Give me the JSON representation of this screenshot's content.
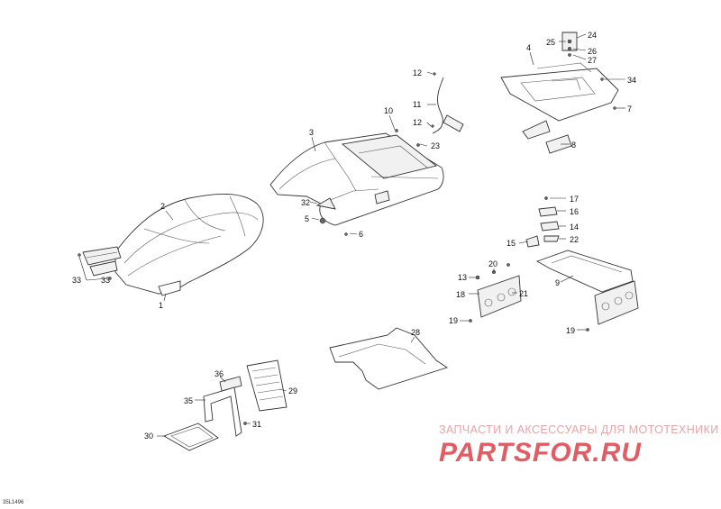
{
  "diagram": {
    "id_label": "35L1496",
    "callouts": [
      "1",
      "2",
      "3",
      "4",
      "5",
      "6",
      "7",
      "8",
      "9",
      "10",
      "11",
      "12",
      "12",
      "13",
      "14",
      "15",
      "16",
      "17",
      "18",
      "19",
      "19",
      "20",
      "21",
      "22",
      "23",
      "24",
      "25",
      "26",
      "27",
      "28",
      "29",
      "30",
      "31",
      "32",
      "33",
      "33",
      "34",
      "35",
      "36"
    ]
  },
  "watermark": {
    "caption": "ЗАПЧАСТИ И АКСЕССУАРЫ ДЛЯ МОТОТЕХНИКИ",
    "brand": "PARTSFOR.RU"
  }
}
